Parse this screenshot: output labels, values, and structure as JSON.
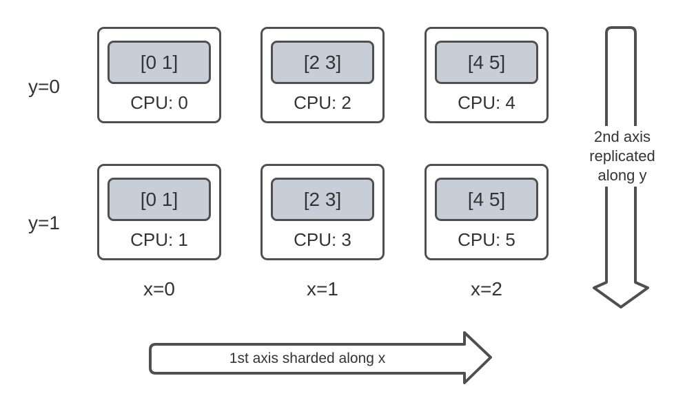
{
  "colors": {
    "stroke": "#4f4f4f",
    "shard_fill": "#c7ced8",
    "text": "#333333",
    "background": "#ffffff"
  },
  "grid": {
    "row_labels": [
      "y=0",
      "y=1"
    ],
    "col_labels": [
      "x=0",
      "x=1",
      "x=2"
    ],
    "rows": [
      {
        "cells": [
          {
            "data": "[0 1]",
            "cpu": "CPU: 0"
          },
          {
            "data": "[2 3]",
            "cpu": "CPU: 2"
          },
          {
            "data": "[4 5]",
            "cpu": "CPU: 4"
          }
        ]
      },
      {
        "cells": [
          {
            "data": "[0 1]",
            "cpu": "CPU: 1"
          },
          {
            "data": "[2 3]",
            "cpu": "CPU: 3"
          },
          {
            "data": "[4 5]",
            "cpu": "CPU: 5"
          }
        ]
      }
    ]
  },
  "arrows": {
    "x_axis_label": "1st axis sharded along x",
    "y_axis_label": "2nd axis replicated along y"
  }
}
